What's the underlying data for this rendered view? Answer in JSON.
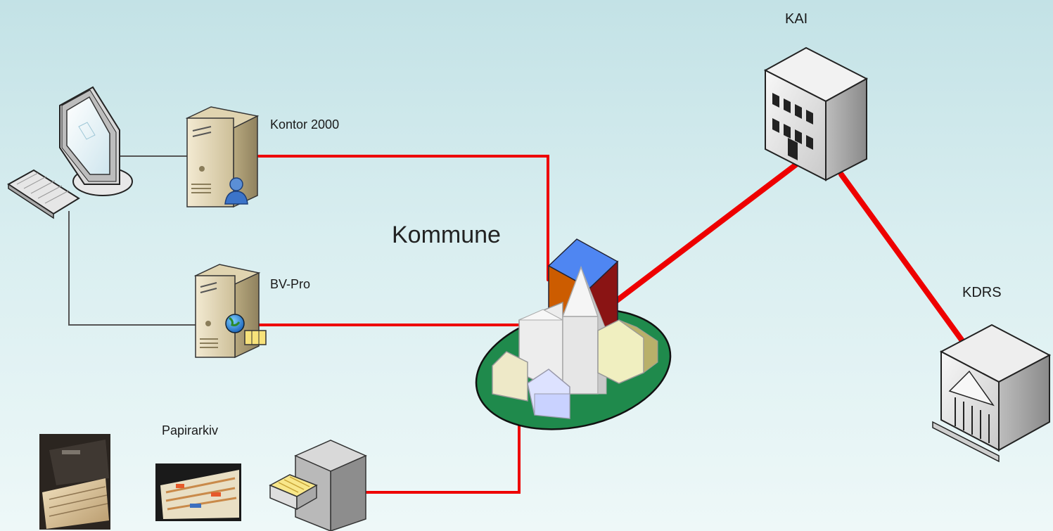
{
  "labels": {
    "kontor": "Kontor 2000",
    "bvpro": "BV-Pro",
    "kommune": "Kommune",
    "papirarkiv": "Papirarkiv",
    "kai": "KAI",
    "kdrs": "KDRS"
  },
  "colors": {
    "red_link": "#ee0000",
    "gray_link": "#555555",
    "background_top": "#c3e2e6",
    "background_bottom": "#eef8f8"
  },
  "icons": [
    "workstation-icon",
    "keyboard-icon",
    "server-user-icon",
    "server-web-icon",
    "town-icon",
    "office-building-icon",
    "institution-building-icon",
    "filing-cabinet-icon",
    "archive-photo-drawer",
    "archive-photo-folders"
  ]
}
